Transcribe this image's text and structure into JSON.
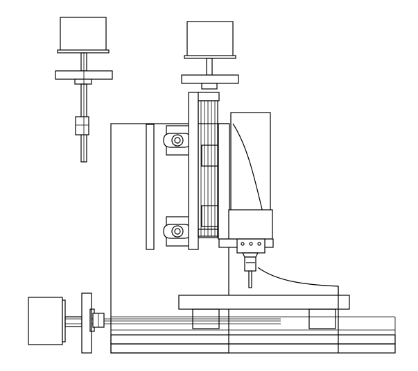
{
  "drawing": {
    "type": "cnc-mill-line-drawing",
    "background": "#ffffff",
    "stroke": "#000000",
    "components": [
      "x-axis-stepper-motor",
      "z-axis-stepper-motor-left-view",
      "z-axis-stepper-motor",
      "spindle-motor",
      "column",
      "linear-guides",
      "bearing-blocks",
      "spindle-collet",
      "end-mill-bit",
      "work-table",
      "base-rails",
      "lead-screws"
    ]
  }
}
